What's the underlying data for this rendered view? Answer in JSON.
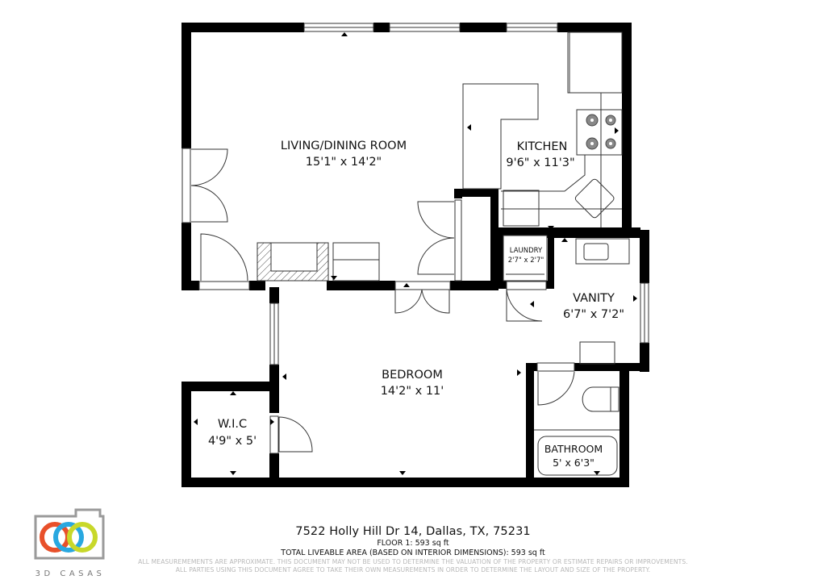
{
  "rooms": {
    "living": {
      "name": "LIVING/DINING ROOM",
      "dims": "15'1\" x 14'2\""
    },
    "kitchen": {
      "name": "KITCHEN",
      "dims": "9'6\" x 11'3\""
    },
    "laundry": {
      "name": "LAUNDRY",
      "dims": "2'7\" x 2'7\""
    },
    "vanity": {
      "name": "VANITY",
      "dims": "6'7\" x 7'2\""
    },
    "bedroom": {
      "name": "BEDROOM",
      "dims": "14'2\" x 11'"
    },
    "wic": {
      "name": "W.I.C",
      "dims": "4'9\" x 5'"
    },
    "bathroom": {
      "name": "BATHROOM",
      "dims": "5' x 6'3\""
    }
  },
  "footer": {
    "address": "7522 Holly Hill Dr 14, Dallas, TX, 75231",
    "floor_area": "FLOOR 1: 593 sq ft",
    "total_area": "TOTAL LIVEABLE AREA (BASED ON INTERIOR DIMENSIONS): 593 sq ft",
    "disclaimer_1": "ALL MEASUREMEMENTS ARE APPROXIMATE. THIS DOCUMENT MAY NOT BE USED TO DETERMINE THE VALUATION OF THE PROPERTY OR ESTIMATE REPAIRS OR IMPROVEMENTS.",
    "disclaimer_2": "ALL PARTIES USING THIS DOCUMENT AGREE TO TAKE THEIR OWN MEASUREMENTS IN ORDER TO DETERMINE THE LAYOUT AND SIZE OF THE PROPERTY."
  },
  "logo": {
    "text": "3D CASAS",
    "colors": {
      "red": "#e8502a",
      "blue": "#29a8e0",
      "green": "#c8d82a",
      "frame": "#9a9a9a"
    }
  },
  "colors": {
    "wall": "#000000",
    "line": "#333333",
    "hatch": "#555555"
  }
}
